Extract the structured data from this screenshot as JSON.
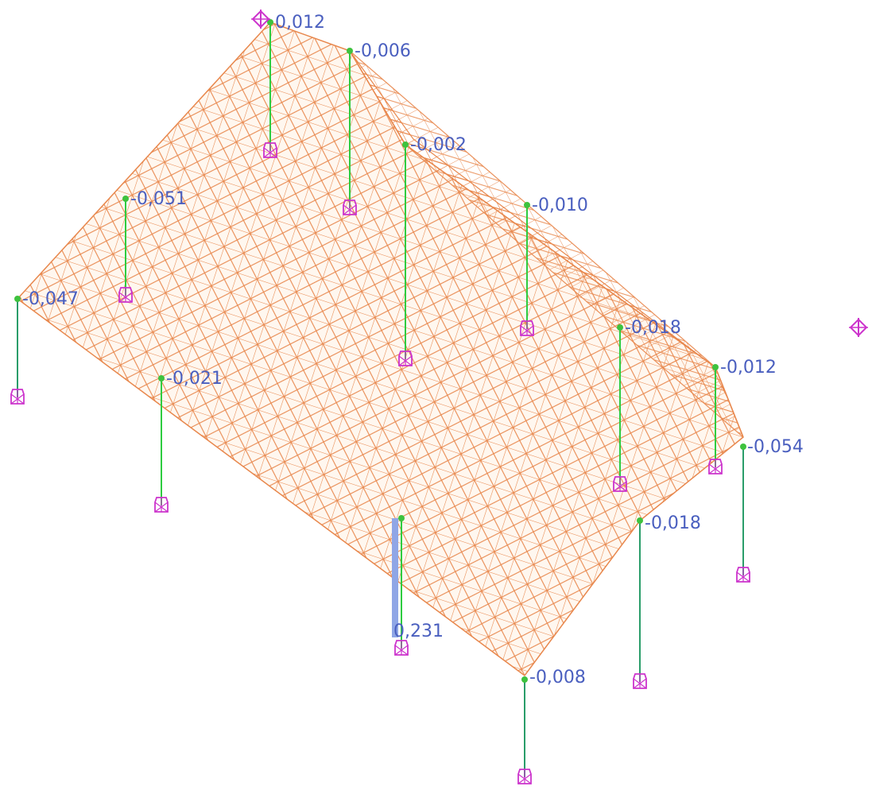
{
  "colors": {
    "background": "#ffffff",
    "mesh": "#e8874c",
    "mesh_fill": "#fff7ef",
    "column_line": "#2ecc40",
    "column_line_dark": "#2a9d6a",
    "node": "#3ec23e",
    "support": "#cc33cc",
    "label": "#4a5fbf",
    "highlight_bar": "#8fa6e6"
  },
  "icons": {
    "support": "support-cube-icon",
    "pin": "pin-support-icon"
  },
  "columns": [
    {
      "id": "c1",
      "label": "0,012"
    },
    {
      "id": "c2",
      "label": "-0,006"
    },
    {
      "id": "c3",
      "label": "-0,002"
    },
    {
      "id": "c4",
      "label": "-0,051"
    },
    {
      "id": "c5",
      "label": "-0,010"
    },
    {
      "id": "c6",
      "label": "-0,047"
    },
    {
      "id": "c7",
      "label": "-0,018"
    },
    {
      "id": "c8",
      "label": "-0,021"
    },
    {
      "id": "c9",
      "label": "-0,012"
    },
    {
      "id": "c10",
      "label": "-0,054"
    },
    {
      "id": "c11",
      "label": "-0,018"
    },
    {
      "id": "c12",
      "label": "0,231"
    },
    {
      "id": "c13",
      "label": "-0,008"
    },
    {
      "id": "c14",
      "label": ""
    }
  ]
}
